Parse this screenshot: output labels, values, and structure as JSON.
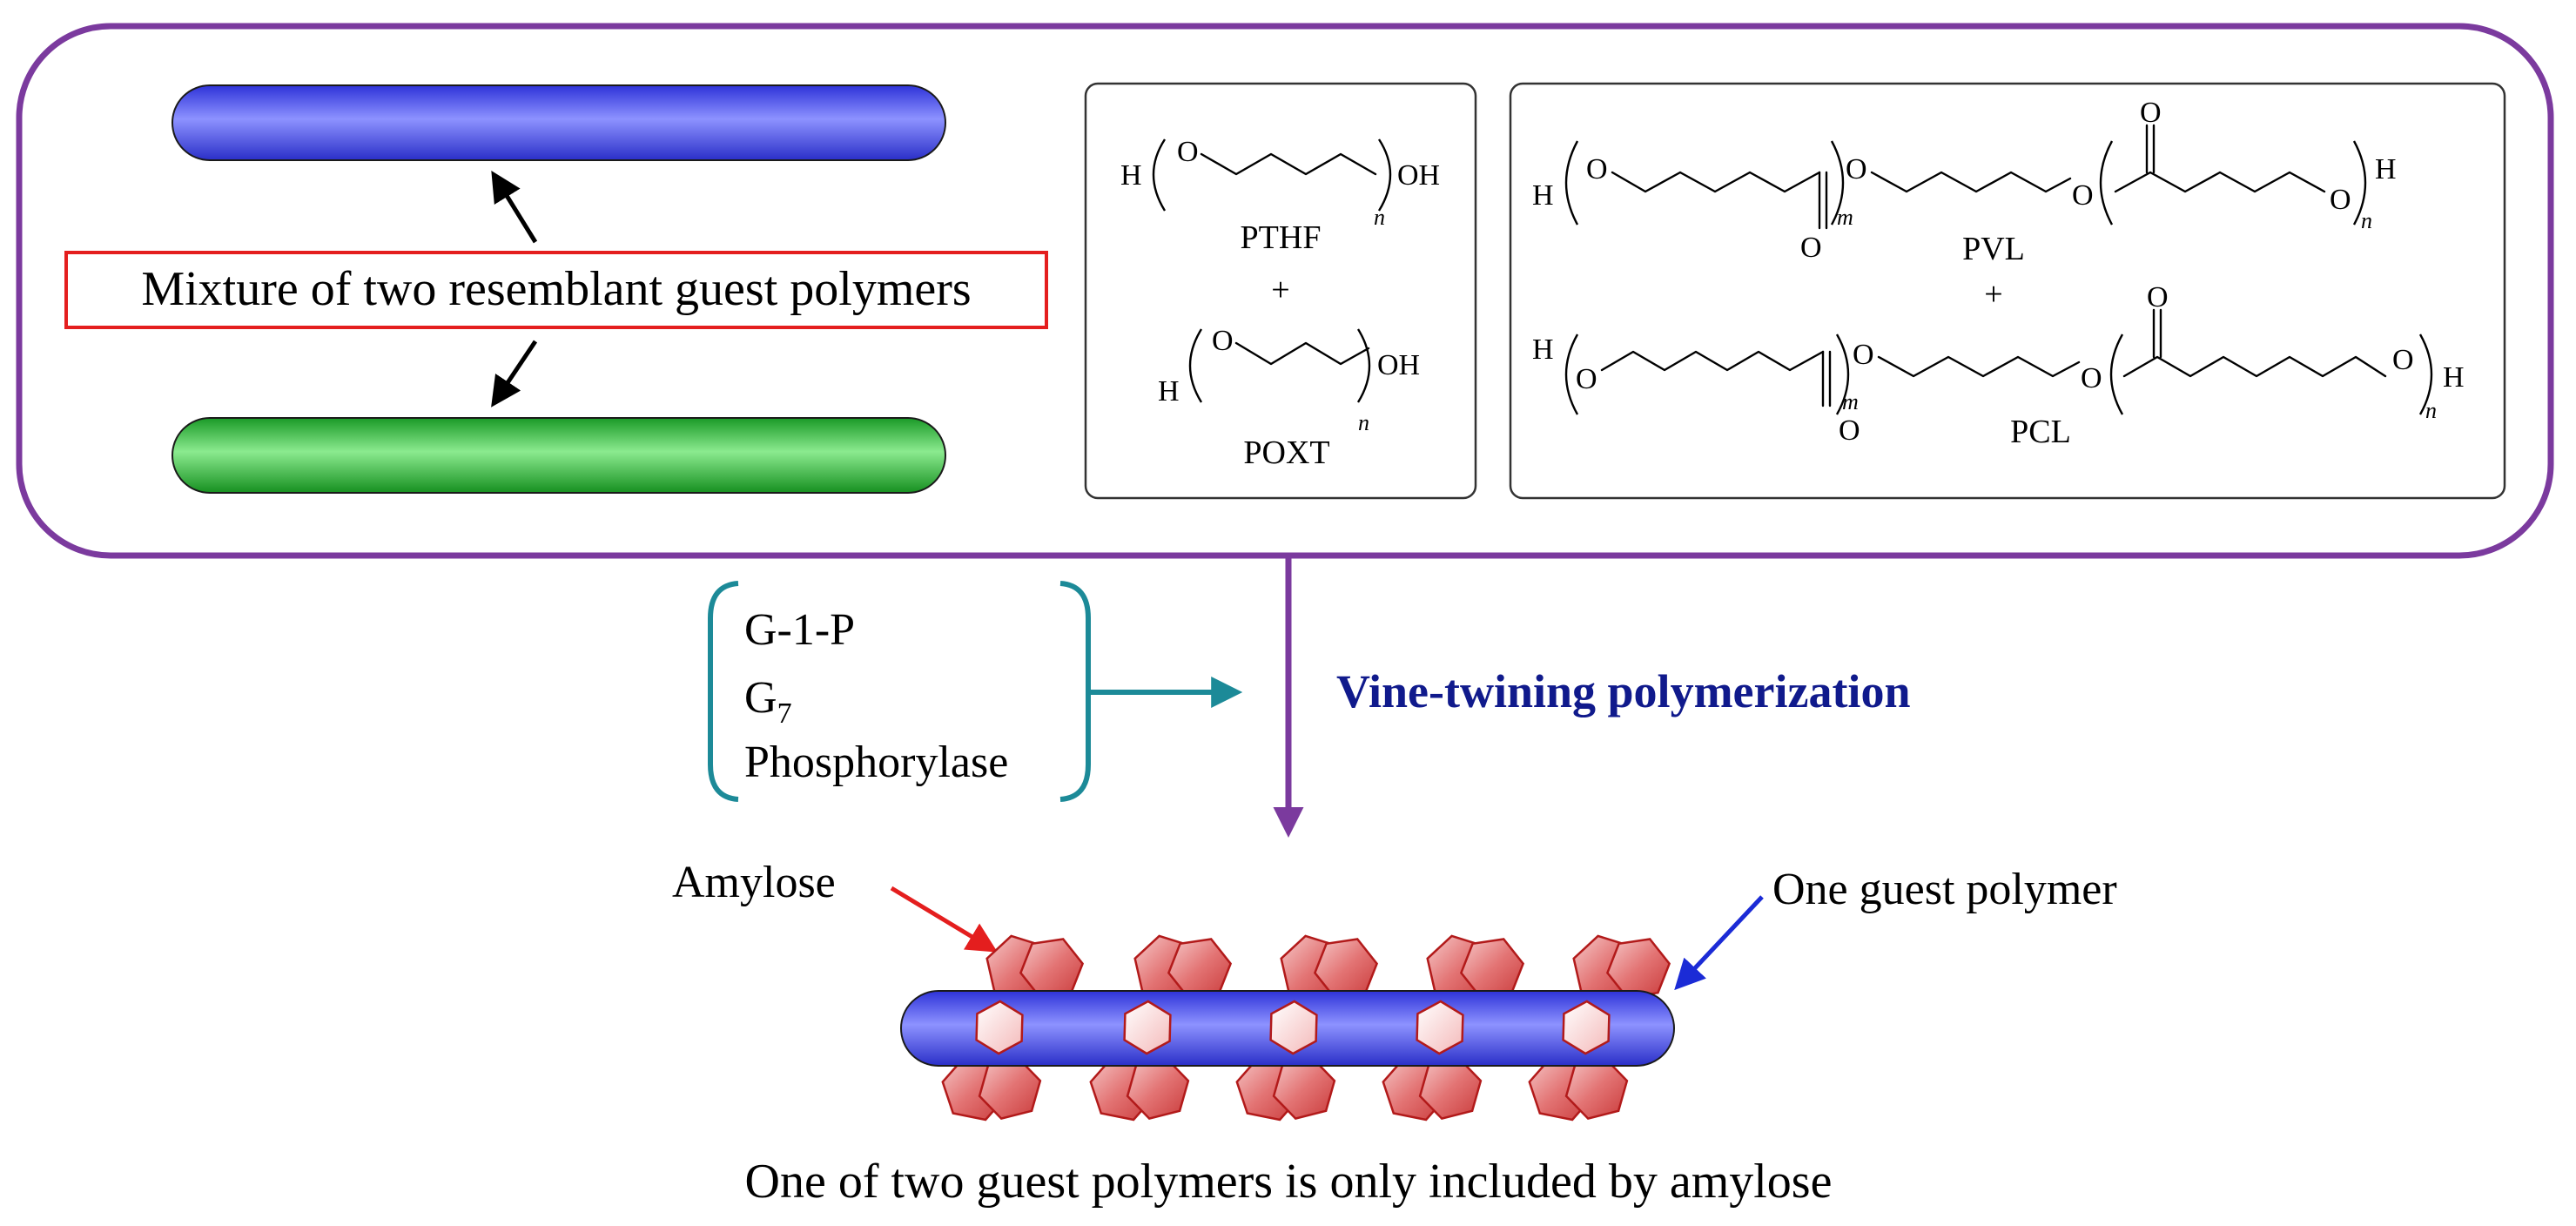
{
  "colors": {
    "frame": "#7B3A9E",
    "polymer_blue": "#4A50F0",
    "polymer_green": "#2CB53A",
    "label_box": "#E41E1E",
    "reagent_bracket": "#1C8A98",
    "title_blue": "#101A8C",
    "amylose_arrow": "#E41E1E",
    "guest_arrow": "#1B2BD6",
    "amylose_fill": "#E06C6C",
    "amylose_stroke": "#B21A1A"
  },
  "top_panel": {
    "mixture_label": "Mixture of two resemblant guest polymers",
    "box1": {
      "pthf": {
        "h": "H",
        "o": "O",
        "oh": "OH",
        "n": "n",
        "name": "PTHF"
      },
      "plus": "+",
      "poxt": {
        "h": "H",
        "o": "O",
        "oh": "OH",
        "n": "n",
        "name": "POXT"
      }
    },
    "box2": {
      "pvl": {
        "h_left": "H",
        "o1": "O",
        "o_carbonyl_left": "O",
        "m": "m",
        "o_mid": "O",
        "o_ester": "O",
        "o_carbonyl_right": "O",
        "o_end": "O",
        "n": "n",
        "h_right": "H",
        "name": "PVL"
      },
      "plus": "+",
      "pcl": {
        "h_left": "H",
        "o1": "O",
        "o_carbonyl_left": "O",
        "m": "m",
        "o_mid": "O",
        "o_ester": "O",
        "o_carbonyl_right": "O",
        "o_end": "O",
        "n": "n",
        "h_right": "H",
        "name": "PCL"
      }
    }
  },
  "reagents": {
    "line1": "G-1-P",
    "line2_base": "G",
    "line2_sub": "7",
    "line3": "Phosphorylase"
  },
  "process_title": "Vine-twining polymerization",
  "bottom": {
    "amylose_label": "Amylose",
    "guest_label": "One guest polymer",
    "caption": "One of two guest polymers is only included by amylose"
  }
}
